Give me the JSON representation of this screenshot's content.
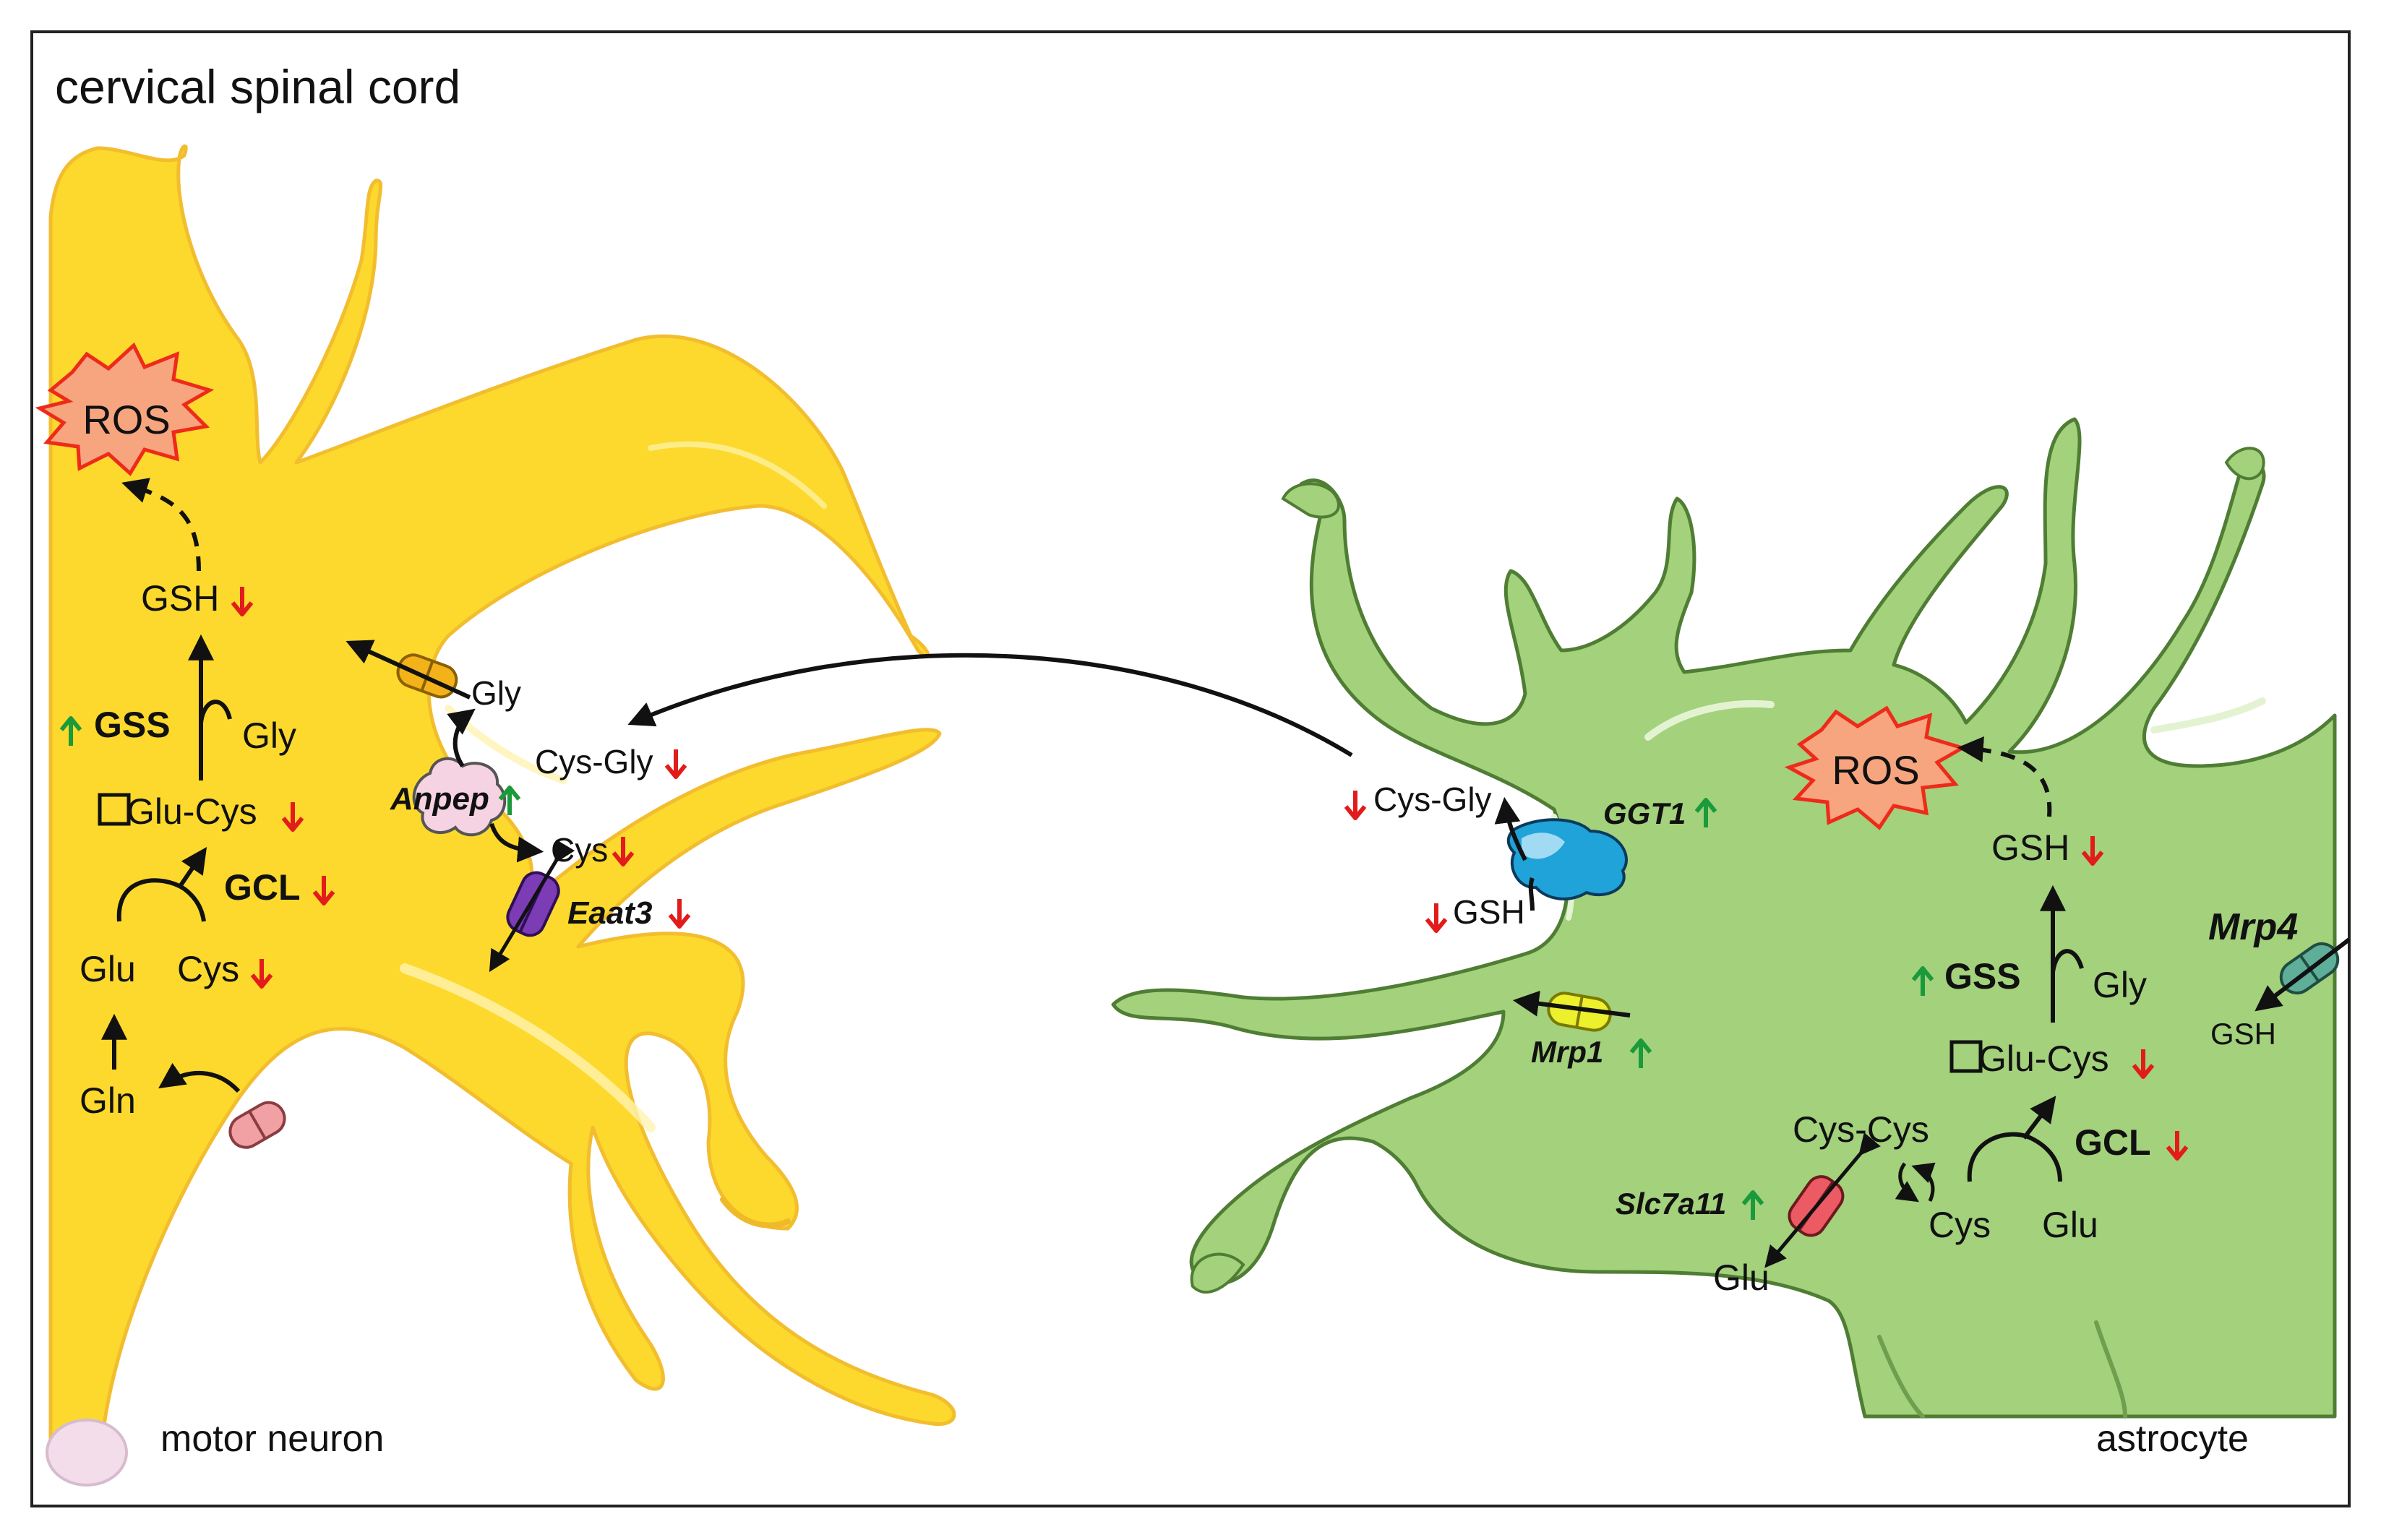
{
  "title": "cervical spinal cord",
  "cells": {
    "neuron": {
      "caption": "motor neuron",
      "ros": "ROS",
      "gsh": "GSH",
      "gss": "GSS",
      "gly_in": "Gly",
      "glu_cys": "Glu-Cys",
      "gcl": "GCL",
      "glu": "Glu",
      "cys": "Cys",
      "gln": "Gln",
      "gly_out": "Gly",
      "cys_gly": "Cys-Gly",
      "anpep": "Anpep",
      "cys_out": "Cys",
      "eaat3": "Eaat3"
    },
    "astrocyte": {
      "caption": "astrocyte",
      "ros": "ROS",
      "gsh": "GSH",
      "gss": "GSS",
      "gly": "Gly",
      "glu_cys": "Glu-Cys",
      "gcl": "GCL",
      "cys_cys": "Cys-Cys",
      "cys": "Cys",
      "glu": "Glu",
      "glu_out": "Glu",
      "slc7a11": "Slc7a11",
      "mrp1": "Mrp1",
      "mrp4": "Mrp4",
      "gsh_mrp4": "GSH",
      "ggt1": "GGT1",
      "cys_gly": "Cys-Gly",
      "gsh_out": "GSH"
    }
  },
  "colors": {
    "neuron_fill": "#fcd92c",
    "neuron_edge": "#f0b92a",
    "astro_fill": "#a3d17c",
    "astro_edge": "#4f7d34",
    "up": "#1a9a3a",
    "down": "#e21b1b",
    "ros_fill": "#f6a57f",
    "ros_edge": "#ee2a1a"
  },
  "icons": [
    "up-arrow-icon",
    "down-arrow-icon",
    "ros-burst-icon",
    "transporter-icon",
    "enzyme-icon"
  ]
}
